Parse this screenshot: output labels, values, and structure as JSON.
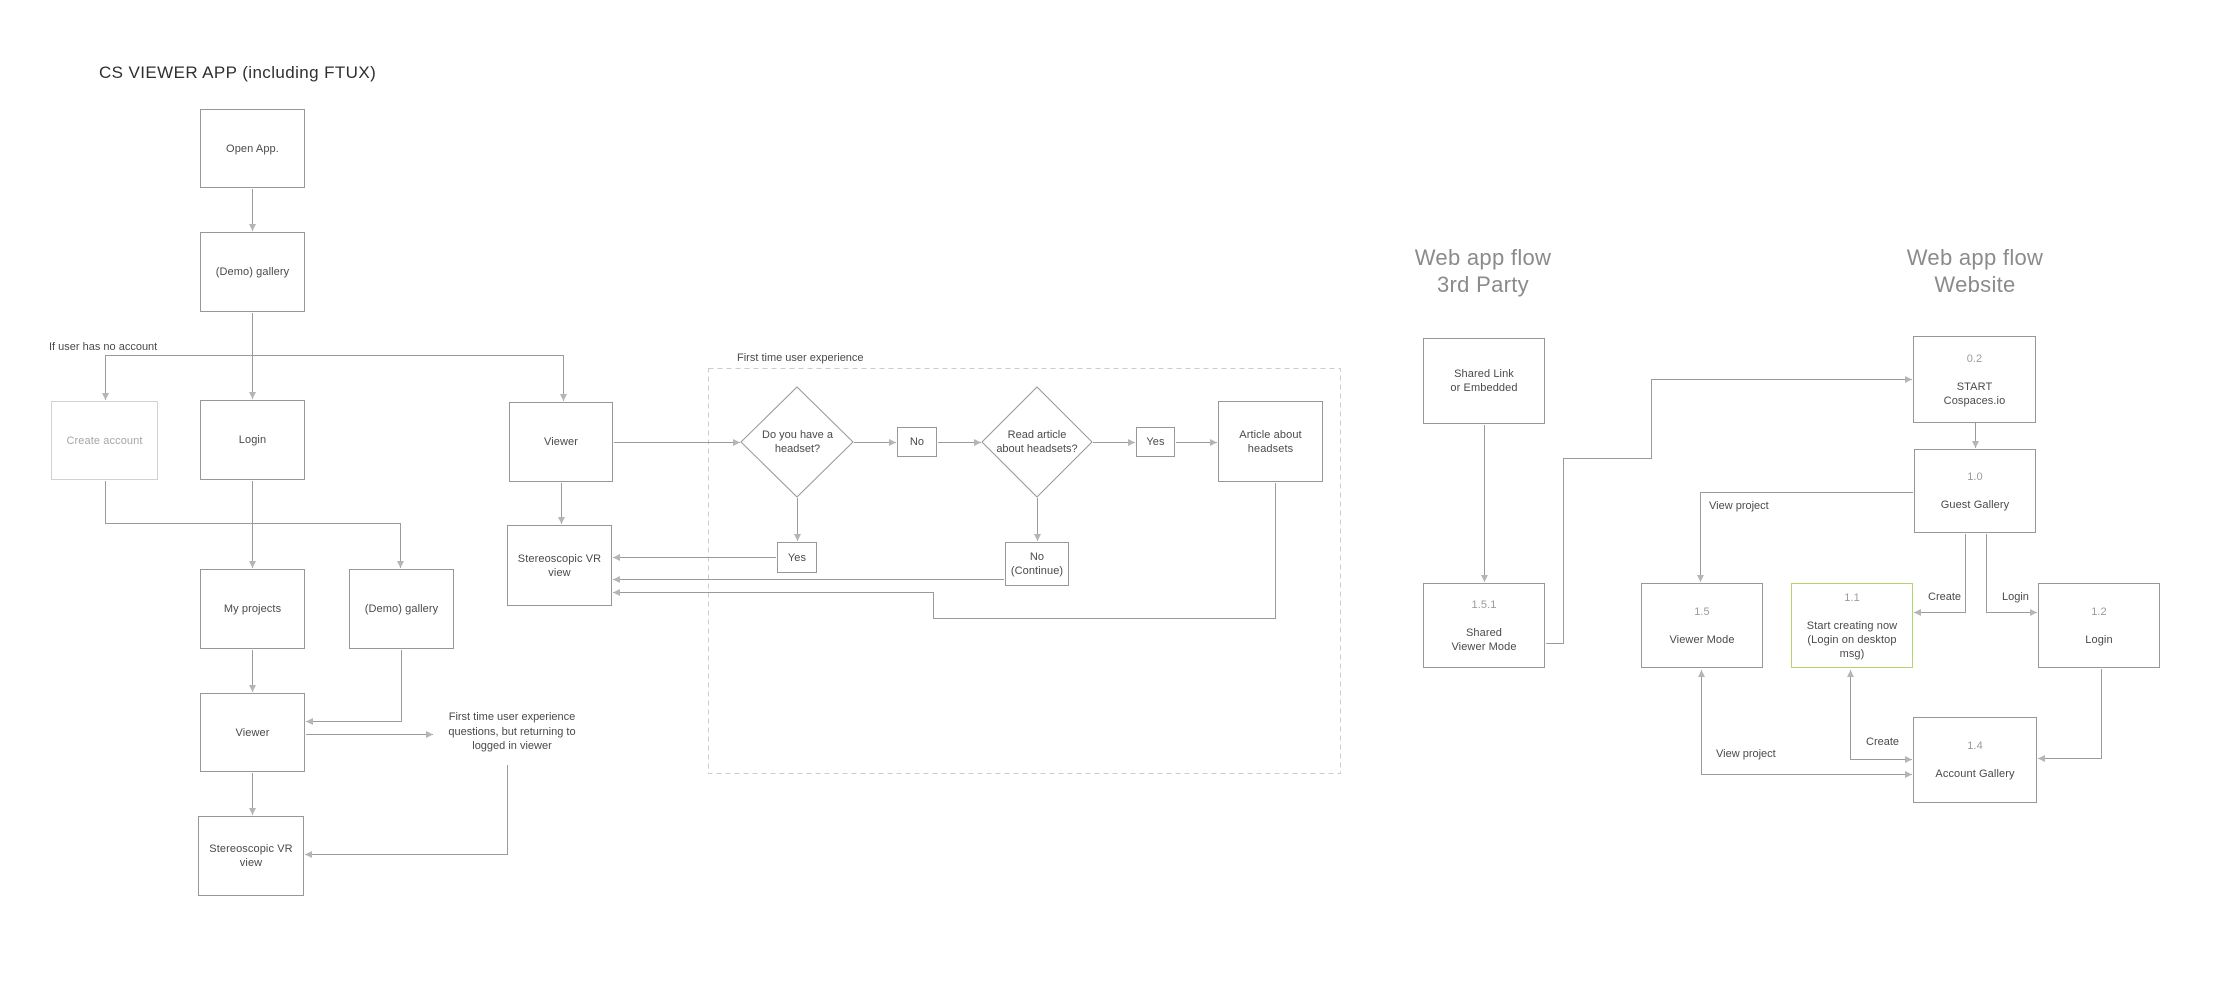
{
  "title": "CS VIEWER APP (including FTUX)",
  "headings": {
    "third_party": "Web app flow\n3rd Party",
    "website": "Web app flow\nWebsite"
  },
  "labels": {
    "no_account": "If user has no account",
    "ftux": "First time user experience",
    "returning_note": "First time user experience\nquestions, but returning to\nlogged in viewer",
    "view_project_top": "View project",
    "view_project_bottom": "View project",
    "create_top": "Create",
    "create_bottom": "Create",
    "login_edge": "Login"
  },
  "nodes": {
    "open_app": {
      "label": "Open App."
    },
    "demo_gallery_1": {
      "label": "(Demo) gallery"
    },
    "create_account": {
      "label": "Create account"
    },
    "login": {
      "label": "Login"
    },
    "my_projects": {
      "label": "My projects"
    },
    "demo_gallery_2": {
      "label": "(Demo) gallery"
    },
    "viewer_1": {
      "label": "Viewer"
    },
    "stereo_vr_1": {
      "label": "Stereoscopic VR\nview"
    },
    "viewer_2": {
      "label": "Viewer"
    },
    "stereo_vr_2": {
      "label": "Stereoscopic VR\nview"
    },
    "diamond_headset": {
      "label": "Do you have a\nheadset?"
    },
    "no_1": {
      "label": "No"
    },
    "diamond_article": {
      "label": "Read article\nabout headsets?"
    },
    "yes_1": {
      "label": "Yes"
    },
    "yes_2": {
      "label": "Yes"
    },
    "no_continue": {
      "label": "No\n(Continue)"
    },
    "article": {
      "label": "Article about\nheadsets"
    },
    "shared_link": {
      "label": "Shared Link\nor Embedded"
    },
    "shared_viewer": {
      "num": "1.5.1",
      "label": "Shared\nViewer Mode"
    },
    "start": {
      "num": "0.2",
      "label": "START\nCospaces.io"
    },
    "guest_gallery": {
      "num": "1.0",
      "label": "Guest Gallery"
    },
    "viewer_mode": {
      "num": "1.5",
      "label": "Viewer Mode"
    },
    "start_creating": {
      "num": "1.1",
      "label": "Start creating now\n(Login on desktop\nmsg)"
    },
    "login_12": {
      "num": "1.2",
      "label": "Login"
    },
    "account_gallery": {
      "num": "1.4",
      "label": "Account Gallery"
    }
  },
  "colors": {
    "line": "#9b9b9b",
    "box_border": "#979797",
    "box_text": "#4a4a4a",
    "muted_text": "#9b9b9b",
    "heading_text": "#8b8b8b",
    "title_text": "#2f2f2f",
    "accent_green": "#b5d36f",
    "disabled_border": "#d2d2d2",
    "disabled_text": "#a6a6a6",
    "dashed_border": "#cccccc"
  }
}
